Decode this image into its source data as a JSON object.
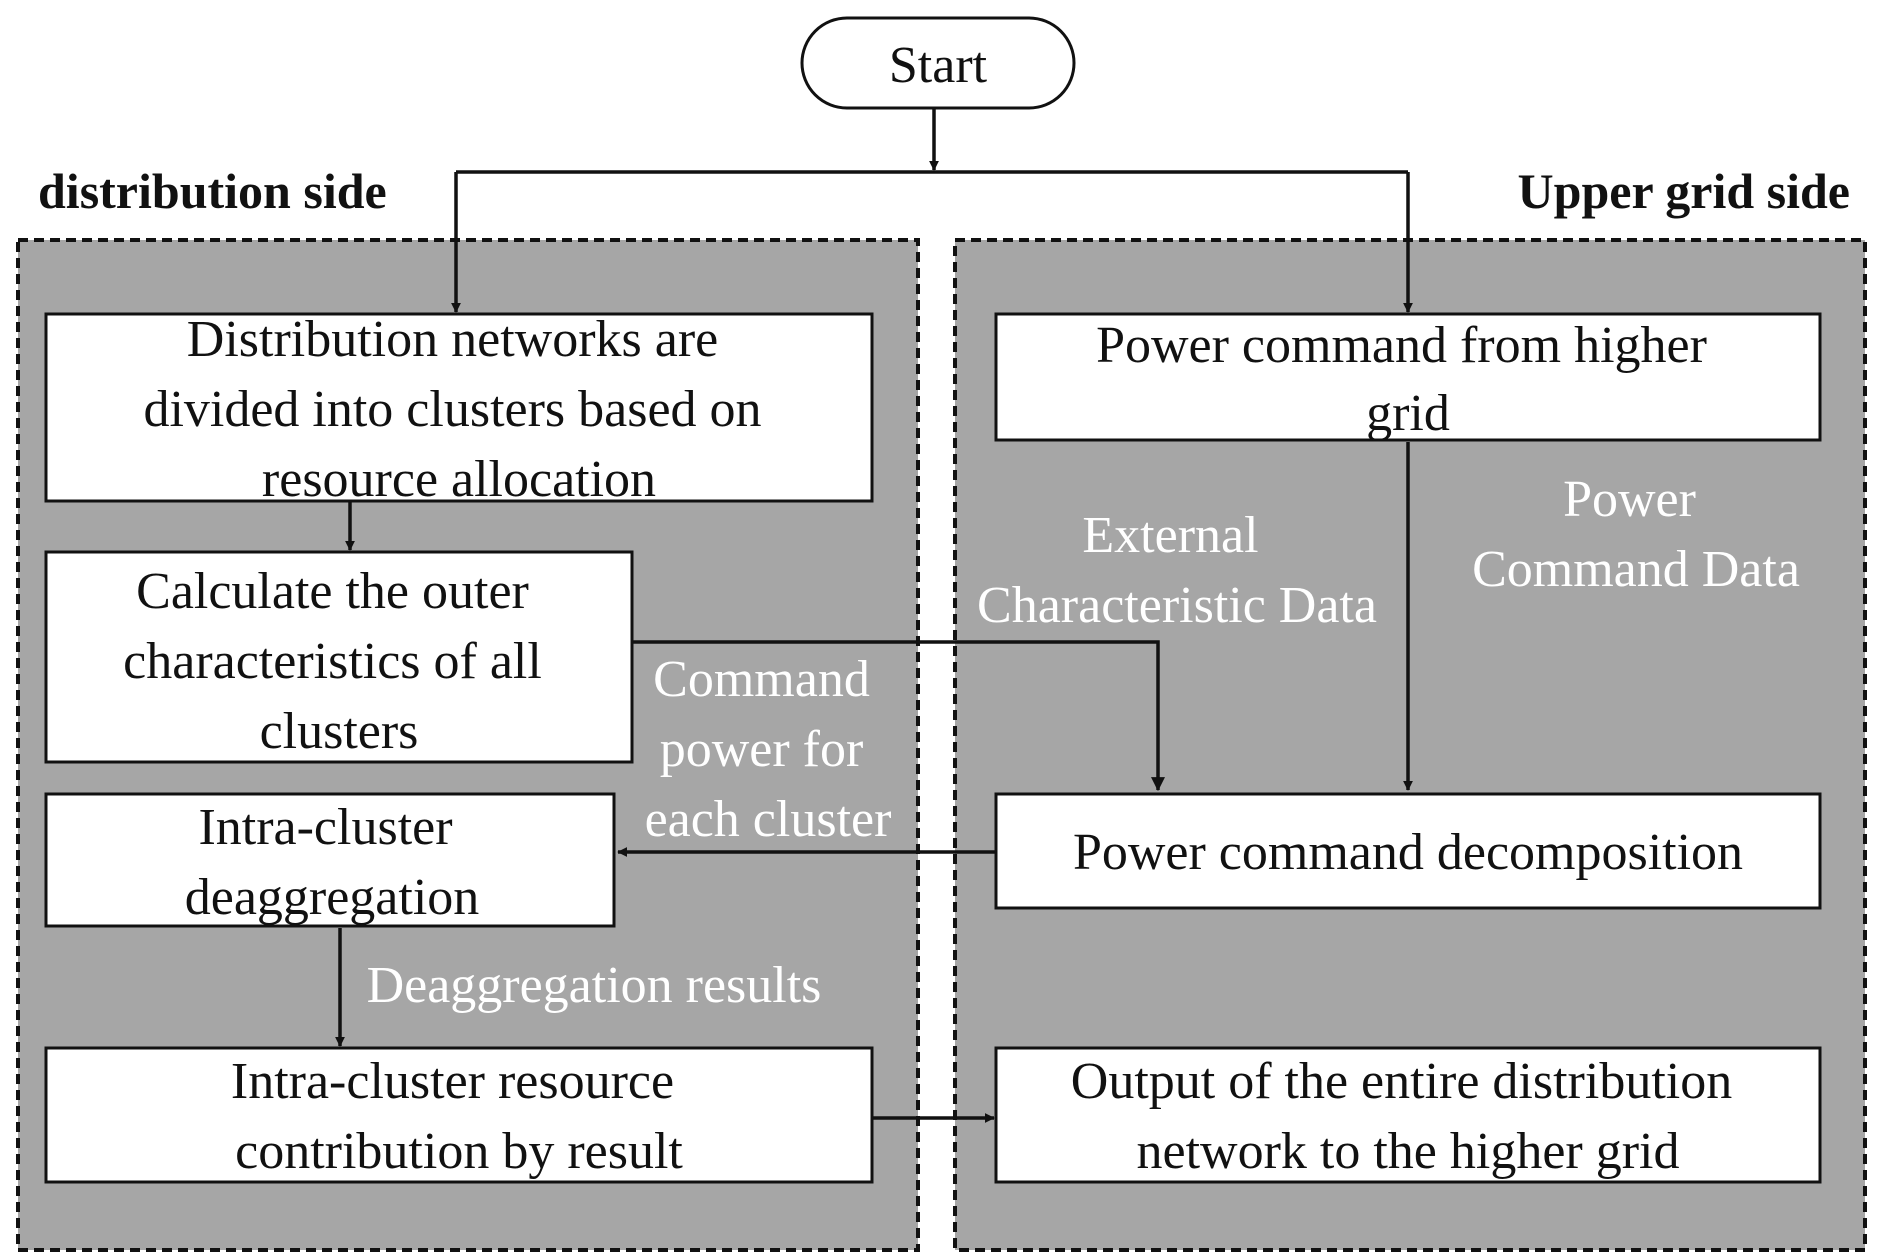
{
  "start": {
    "label": "Start"
  },
  "sides": {
    "distribution": "distribution side",
    "upper": "Upper grid side"
  },
  "nodes": {
    "divide": [
      "Distribution networks are",
      "divided into clusters based on",
      "resource allocation"
    ],
    "calculate": [
      "Calculate the outer",
      "characteristics of all",
      "clusters"
    ],
    "deaggregation": [
      "Intra-cluster",
      "deaggregation"
    ],
    "contribution": [
      "Intra-cluster resource",
      "contribution by result"
    ],
    "power_command": [
      "Power command from higher",
      "grid"
    ],
    "decomposition": [
      "Power command decomposition"
    ],
    "output": [
      "Output of the entire distribution",
      "network to the higher grid"
    ]
  },
  "edge_labels": {
    "external": [
      "External",
      "Characteristic Data"
    ],
    "power_data": [
      "Power",
      "Command Data"
    ],
    "command_power": [
      "Command",
      "power for",
      "each cluster"
    ],
    "deagg_results": [
      "Deaggregation results"
    ]
  },
  "colors": {
    "panel": "#a6a6a6",
    "box": "#ffffff",
    "line": "#111111",
    "edge_label": "#ffffff"
  }
}
